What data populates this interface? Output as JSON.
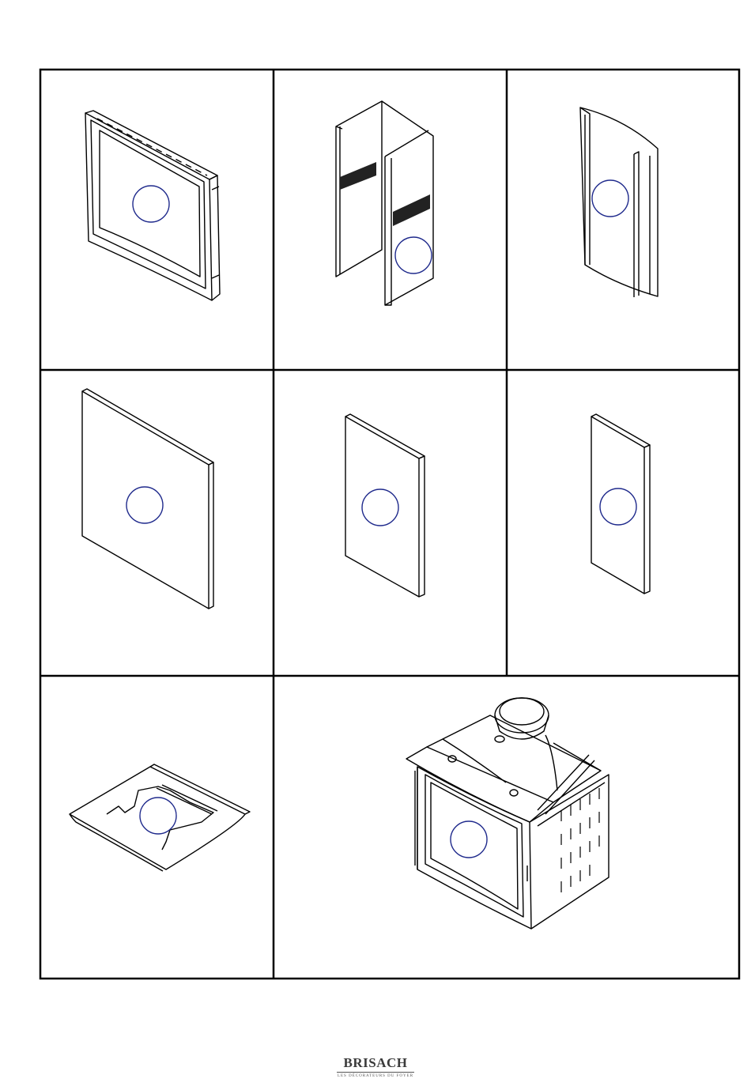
{
  "document": {
    "type": "exploded parts sheet",
    "panels": [
      {
        "part": "front-frame",
        "marker": "empty-circle"
      },
      {
        "part": "side-casing",
        "marker": "empty-circle"
      },
      {
        "part": "curved-side-plate",
        "marker": "empty-circle"
      },
      {
        "part": "large-panel",
        "marker": "empty-circle"
      },
      {
        "part": "medium-panel",
        "marker": "empty-circle"
      },
      {
        "part": "narrow-panel",
        "marker": "empty-circle"
      },
      {
        "part": "base-plate",
        "marker": "empty-circle"
      },
      {
        "part": "fireplace-insert-assembly",
        "marker": "empty-circle"
      }
    ],
    "marker_color": "#1f2a8c"
  },
  "footer": {
    "brand": "BRISACH",
    "tagline": "LES DÉCORATEURS DU FOYER"
  }
}
